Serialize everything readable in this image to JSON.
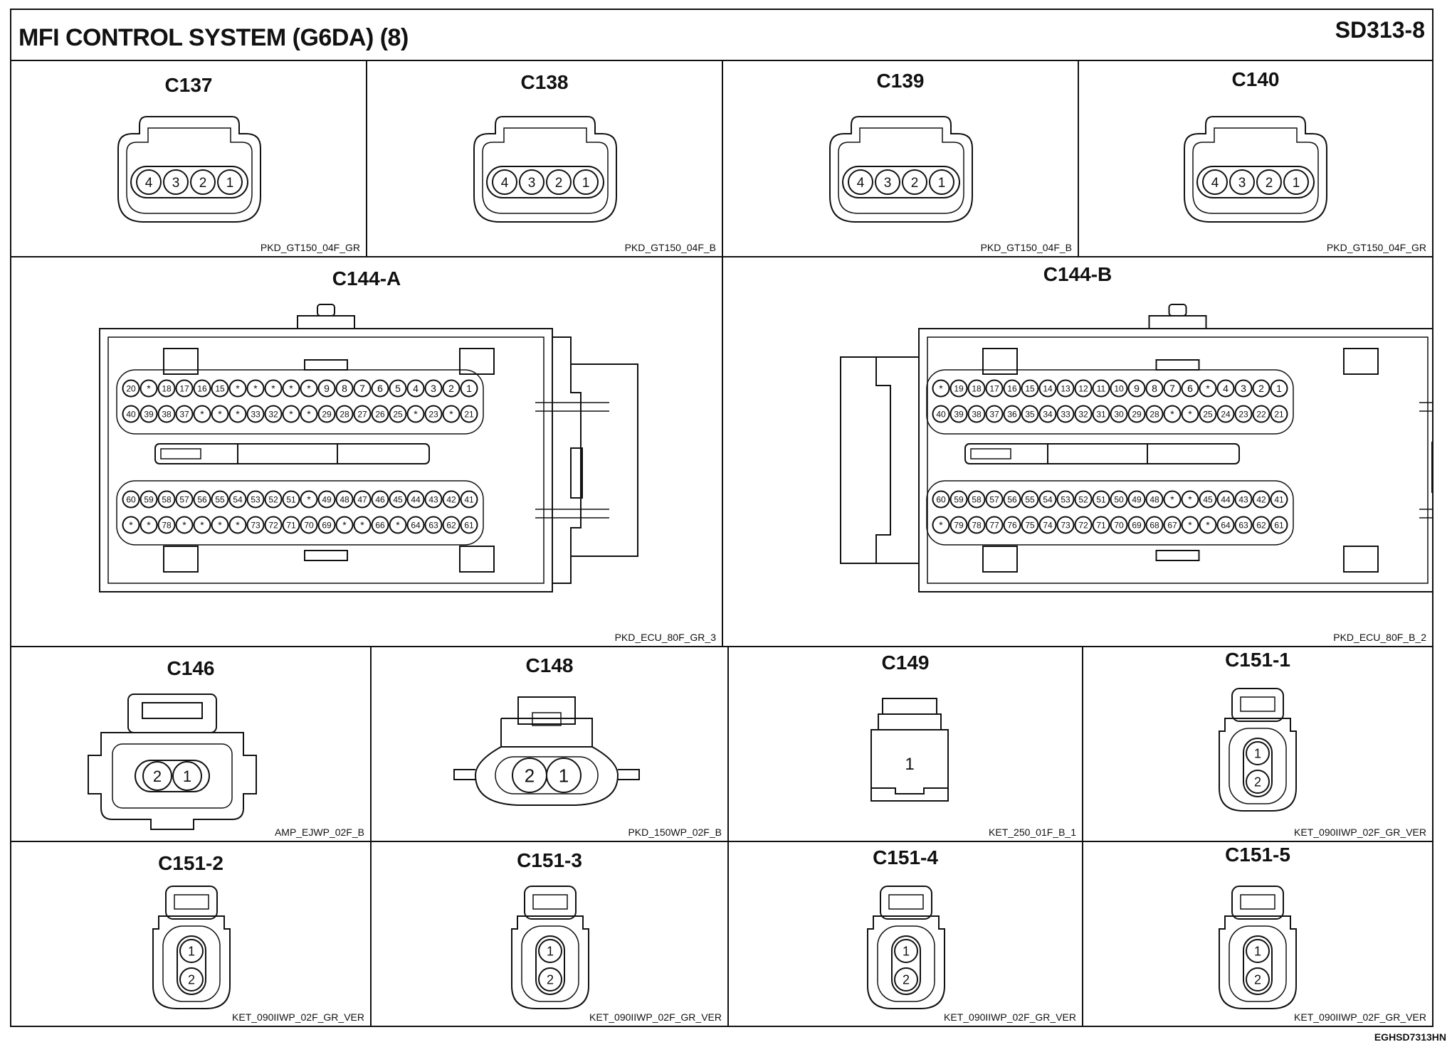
{
  "sheet": {
    "title": "MFI CONTROL SYSTEM (G6DA) (8)",
    "code": "SD313-8",
    "doc_id": "EGHSD7313HN"
  },
  "connectors": {
    "c137": {
      "name": "C137",
      "code": "PKD_GT150_04F_GR",
      "pins": [
        "4",
        "3",
        "2",
        "1"
      ]
    },
    "c138": {
      "name": "C138",
      "code": "PKD_GT150_04F_B",
      "pins": [
        "4",
        "3",
        "2",
        "1"
      ]
    },
    "c139": {
      "name": "C139",
      "code": "PKD_GT150_04F_B",
      "pins": [
        "4",
        "3",
        "2",
        "1"
      ]
    },
    "c140": {
      "name": "C140",
      "code": "PKD_GT150_04F_GR",
      "pins": [
        "4",
        "3",
        "2",
        "1"
      ]
    },
    "c144a": {
      "name": "C144-A",
      "code": "PKD_ECU_80F_GR_3",
      "rows": [
        [
          "20",
          "*",
          "18",
          "17",
          "16",
          "15",
          "*",
          "*",
          "*",
          "*",
          "*",
          "9",
          "8",
          "7",
          "6",
          "5",
          "4",
          "3",
          "2",
          "1"
        ],
        [
          "40",
          "39",
          "38",
          "37",
          "*",
          "*",
          "*",
          "33",
          "32",
          "*",
          "*",
          "29",
          "28",
          "27",
          "26",
          "25",
          "*",
          "23",
          "*",
          "21"
        ],
        [
          "60",
          "59",
          "58",
          "57",
          "56",
          "55",
          "54",
          "53",
          "52",
          "51",
          "*",
          "49",
          "48",
          "47",
          "46",
          "45",
          "44",
          "43",
          "42",
          "41"
        ],
        [
          "*",
          "*",
          "78",
          "*",
          "*",
          "*",
          "*",
          "73",
          "72",
          "71",
          "70",
          "69",
          "*",
          "*",
          "66",
          "*",
          "64",
          "63",
          "62",
          "61"
        ]
      ]
    },
    "c144b": {
      "name": "C144-B",
      "code": "PKD_ECU_80F_B_2",
      "rows": [
        [
          "*",
          "19",
          "18",
          "17",
          "16",
          "15",
          "14",
          "13",
          "12",
          "11",
          "10",
          "9",
          "8",
          "7",
          "6",
          "*",
          "4",
          "3",
          "2",
          "1"
        ],
        [
          "40",
          "39",
          "38",
          "37",
          "36",
          "35",
          "34",
          "33",
          "32",
          "31",
          "30",
          "29",
          "28",
          "*",
          "*",
          "25",
          "24",
          "23",
          "22",
          "21"
        ],
        [
          "60",
          "59",
          "58",
          "57",
          "56",
          "55",
          "54",
          "53",
          "52",
          "51",
          "50",
          "49",
          "48",
          "*",
          "*",
          "45",
          "44",
          "43",
          "42",
          "41"
        ],
        [
          "*",
          "79",
          "78",
          "77",
          "76",
          "75",
          "74",
          "73",
          "72",
          "71",
          "70",
          "69",
          "68",
          "67",
          "*",
          "*",
          "64",
          "63",
          "62",
          "61"
        ]
      ]
    },
    "c146": {
      "name": "C146",
      "code": "AMP_EJWP_02F_B",
      "pins": [
        "2",
        "1"
      ]
    },
    "c148": {
      "name": "C148",
      "code": "PKD_150WP_02F_B",
      "pins": [
        "2",
        "1"
      ]
    },
    "c149": {
      "name": "C149",
      "code": "KET_250_01F_B_1",
      "pins": [
        "1"
      ]
    },
    "c151_1": {
      "name": "C151-1",
      "code": "KET_090IIWP_02F_GR_VER",
      "pins": [
        "1",
        "2"
      ]
    },
    "c151_2": {
      "name": "C151-2",
      "code": "KET_090IIWP_02F_GR_VER",
      "pins": [
        "1",
        "2"
      ]
    },
    "c151_3": {
      "name": "C151-3",
      "code": "KET_090IIWP_02F_GR_VER",
      "pins": [
        "1",
        "2"
      ]
    },
    "c151_4": {
      "name": "C151-4",
      "code": "KET_090IIWP_02F_GR_VER",
      "pins": [
        "1",
        "2"
      ]
    },
    "c151_5": {
      "name": "C151-5",
      "code": "KET_090IIWP_02F_GR_VER",
      "pins": [
        "1",
        "2"
      ]
    }
  }
}
